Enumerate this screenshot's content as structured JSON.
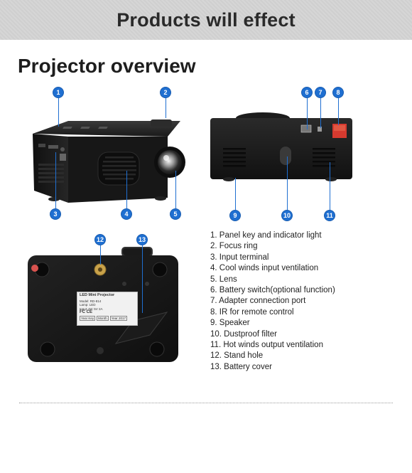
{
  "banner": {
    "title": "Products will effect"
  },
  "section": {
    "title": "Projector overview"
  },
  "callouts": [
    "1",
    "2",
    "3",
    "4",
    "5",
    "6",
    "7",
    "8",
    "9",
    "10",
    "11",
    "12",
    "13"
  ],
  "features": [
    "1. Panel key and indicator light",
    "2. Focus ring",
    "3. Input terminal",
    "4. Cool winds input ventilation",
    "5. Lens",
    "6. Battery switch(optional function)",
    "7. Adapter connection port",
    "8. IR  for  remote  control",
    "9. Speaker",
    "10. Dustproof filter",
    "11. Hot winds output ventilation",
    "12. Stand hole",
    "13. Battery cover"
  ],
  "label_plate": {
    "title": "LED  Mini  Projector",
    "model": "Model: RD-814",
    "lamp": "Lamp: LED",
    "input": "Input: DC 5V 2A",
    "certs": "FC CE",
    "left_tag": "Year Key",
    "mid_tag": "Month",
    "right_tag": "Year 2017"
  },
  "colors": {
    "accent": "#1f6fd1",
    "body": "#1a1a1a",
    "ir_window": "#d63a2f"
  },
  "icons": [
    "lens-icon",
    "vent-icon",
    "foot-icon",
    "port-icon"
  ]
}
